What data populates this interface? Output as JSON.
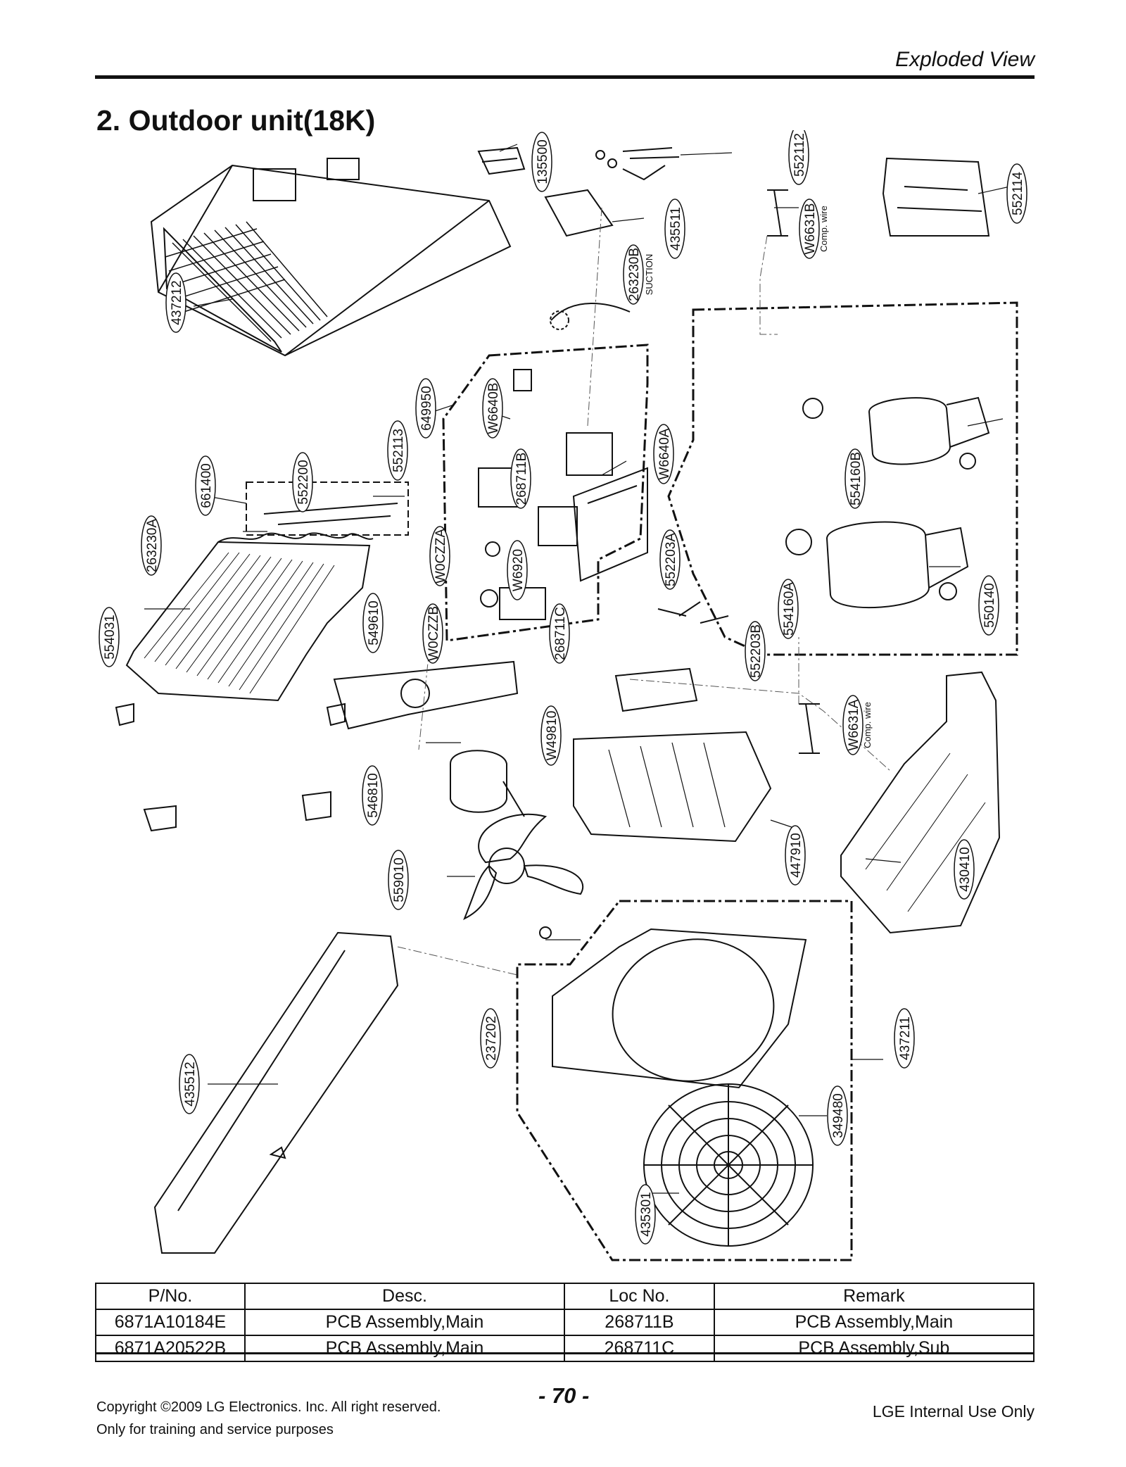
{
  "header": {
    "section": "Exploded View",
    "title": "2. Outdoor unit(18K)"
  },
  "labels": [
    {
      "id": "lbl-135500",
      "text": "135500"
    },
    {
      "id": "lbl-552112",
      "text": "552112"
    },
    {
      "id": "lbl-552114",
      "text": "552114"
    },
    {
      "id": "lbl-435511",
      "text": "435511"
    },
    {
      "id": "lbl-w6631b",
      "text": "W6631B"
    },
    {
      "id": "lbl-263230b",
      "text": "263230B"
    },
    {
      "id": "lbl-437212",
      "text": "437212"
    },
    {
      "id": "lbl-649950",
      "text": "649950"
    },
    {
      "id": "lbl-w6640b",
      "text": "W6640B"
    },
    {
      "id": "lbl-552113",
      "text": "552113"
    },
    {
      "id": "lbl-552200",
      "text": "552200"
    },
    {
      "id": "lbl-661400",
      "text": "661400"
    },
    {
      "id": "lbl-268711b",
      "text": "268711B"
    },
    {
      "id": "lbl-w6640a",
      "text": "W6640A"
    },
    {
      "id": "lbl-554160b",
      "text": "554160B"
    },
    {
      "id": "lbl-263230a",
      "text": "263230A"
    },
    {
      "id": "lbl-w0czza",
      "text": "W0CZZA"
    },
    {
      "id": "lbl-w6920",
      "text": "W6920"
    },
    {
      "id": "lbl-552203a",
      "text": "552203A"
    },
    {
      "id": "lbl-554160a",
      "text": "554160A"
    },
    {
      "id": "lbl-550140",
      "text": "550140"
    },
    {
      "id": "lbl-554031",
      "text": "554031"
    },
    {
      "id": "lbl-549610",
      "text": "549610"
    },
    {
      "id": "lbl-w0czzb",
      "text": "W0CZZB"
    },
    {
      "id": "lbl-268711c",
      "text": "268711C"
    },
    {
      "id": "lbl-552203b",
      "text": "552203B"
    },
    {
      "id": "lbl-w49810",
      "text": "W49810"
    },
    {
      "id": "lbl-w6631a",
      "text": "W6631A"
    },
    {
      "id": "lbl-546810",
      "text": "546810"
    },
    {
      "id": "lbl-447910",
      "text": "447910"
    },
    {
      "id": "lbl-430410",
      "text": "430410"
    },
    {
      "id": "lbl-559010",
      "text": "559010"
    },
    {
      "id": "lbl-237202",
      "text": "237202"
    },
    {
      "id": "lbl-437211",
      "text": "437211"
    },
    {
      "id": "lbl-435512",
      "text": "435512"
    },
    {
      "id": "lbl-349480",
      "text": "349480"
    },
    {
      "id": "lbl-435301",
      "text": "435301"
    }
  ],
  "annotations": {
    "suction": "SUCTION",
    "comp_wire_b": "Comp. wire",
    "comp_wire_a": "Comp. wire"
  },
  "table": {
    "headers": [
      "P/No.",
      "Desc.",
      "Loc No.",
      "Remark"
    ],
    "rows": [
      [
        "6871A10184E",
        "PCB Assembly,Main",
        "268711B",
        "PCB Assembly,Main"
      ],
      [
        "6871A20522B",
        "PCB Assembly,Main",
        "268711C",
        "PCB Assembly,Sub"
      ]
    ]
  },
  "footer": {
    "copyright": "Copyright ©2009 LG Electronics. Inc. All right reserved.",
    "purpose": "Only for training and service purposes",
    "page": "- 70 -",
    "internal": "LGE Internal Use Only"
  }
}
